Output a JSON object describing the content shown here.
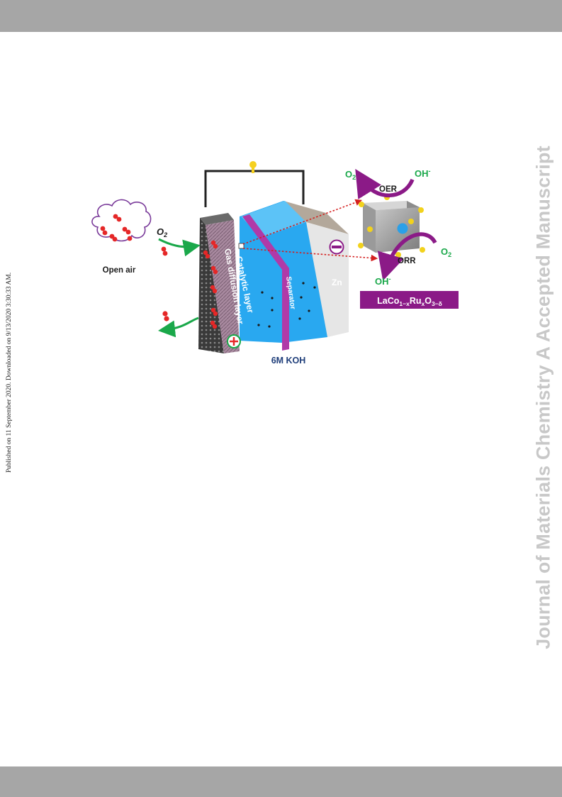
{
  "side_note": "Published on 11 September 2020. Downloaded on 9/13/2020 3:30:33 AM.",
  "watermark": "Journal of Materials Chemistry A Accepted Manuscript",
  "figure": {
    "open_air": "Open air",
    "o2_main": "O",
    "o2_sub": "2",
    "catalytic_layer": "Catalytic layer",
    "gas_diffusion_layer": "Gas diffusion layer",
    "separator": "Separator",
    "zn": "Zn",
    "electrolyte": "6M KOH",
    "oer": "OER",
    "orr": "ORR",
    "o2_top": "O",
    "o2_top_sub": "2",
    "oh_top": "OH",
    "oh_top_sup": "-",
    "o2_right": "O",
    "o2_right_sub": "2",
    "oh_bottom": "OH",
    "oh_bottom_sup": "-",
    "formula": {
      "p1": "LaCo",
      "s1": "1−x",
      "p2": "Ru",
      "s2": "x",
      "p3": "O",
      "s3": "3−δ"
    },
    "colors": {
      "electrolyte": "#29a8f0",
      "separator": "#b03aa8",
      "oxygen": "#e52727",
      "arrow_green": "#1aa84a",
      "arrow_purple": "#8b1a87",
      "label_green": "#1aa84a",
      "formula_bg": "#8b1a87"
    }
  }
}
